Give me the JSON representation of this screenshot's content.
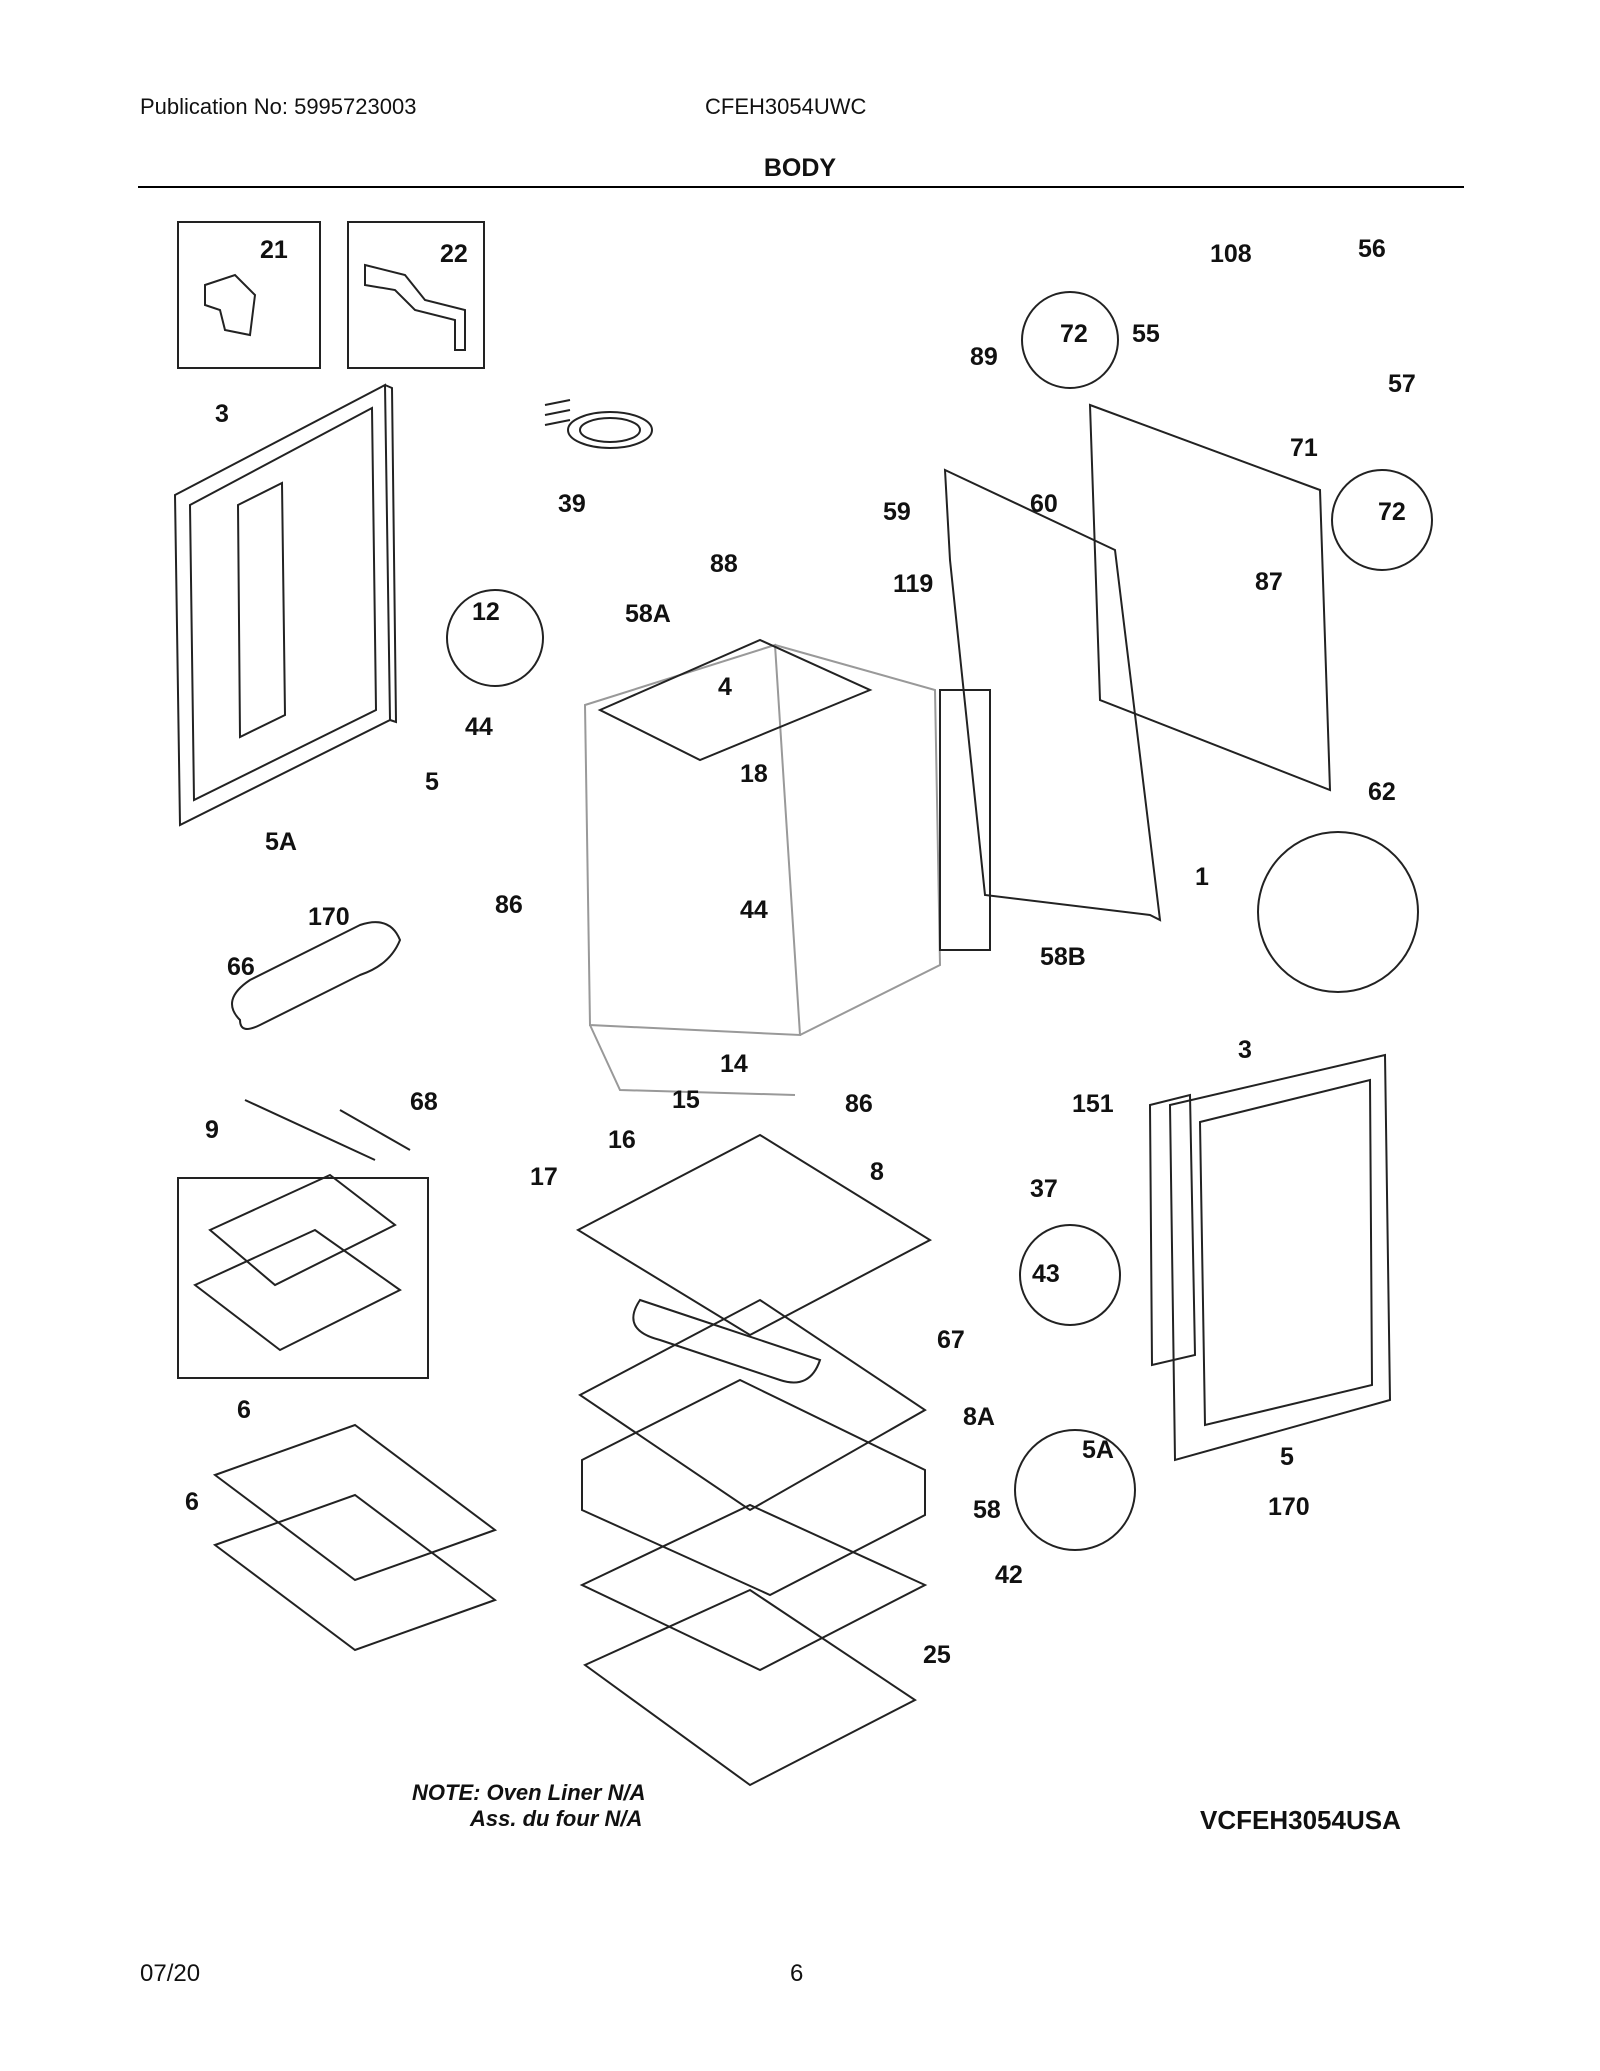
{
  "header": {
    "publication": "Publication No: 5995723003",
    "model": "CFEH3054UWC",
    "section": "BODY"
  },
  "callouts": [
    "21",
    "22",
    "3",
    "39",
    "12",
    "44",
    "5",
    "5A",
    "170",
    "66",
    "68",
    "9",
    "6",
    "6",
    "58A",
    "88",
    "4",
    "18",
    "86",
    "44",
    "59",
    "119",
    "60",
    "89",
    "72",
    "108",
    "55",
    "56",
    "57",
    "71",
    "72",
    "87",
    "62",
    "1",
    "58B",
    "14",
    "15",
    "16",
    "17",
    "86",
    "8",
    "67",
    "8A",
    "58",
    "42",
    "25",
    "43",
    "37",
    "151",
    "3",
    "5A",
    "5",
    "170"
  ],
  "footer": {
    "note_line1": "NOTE: Oven Liner N/A",
    "note_line2": "Ass. du four N/A",
    "drawing_id": "VCFEH3054USA",
    "date": "07/20",
    "page": "6"
  }
}
